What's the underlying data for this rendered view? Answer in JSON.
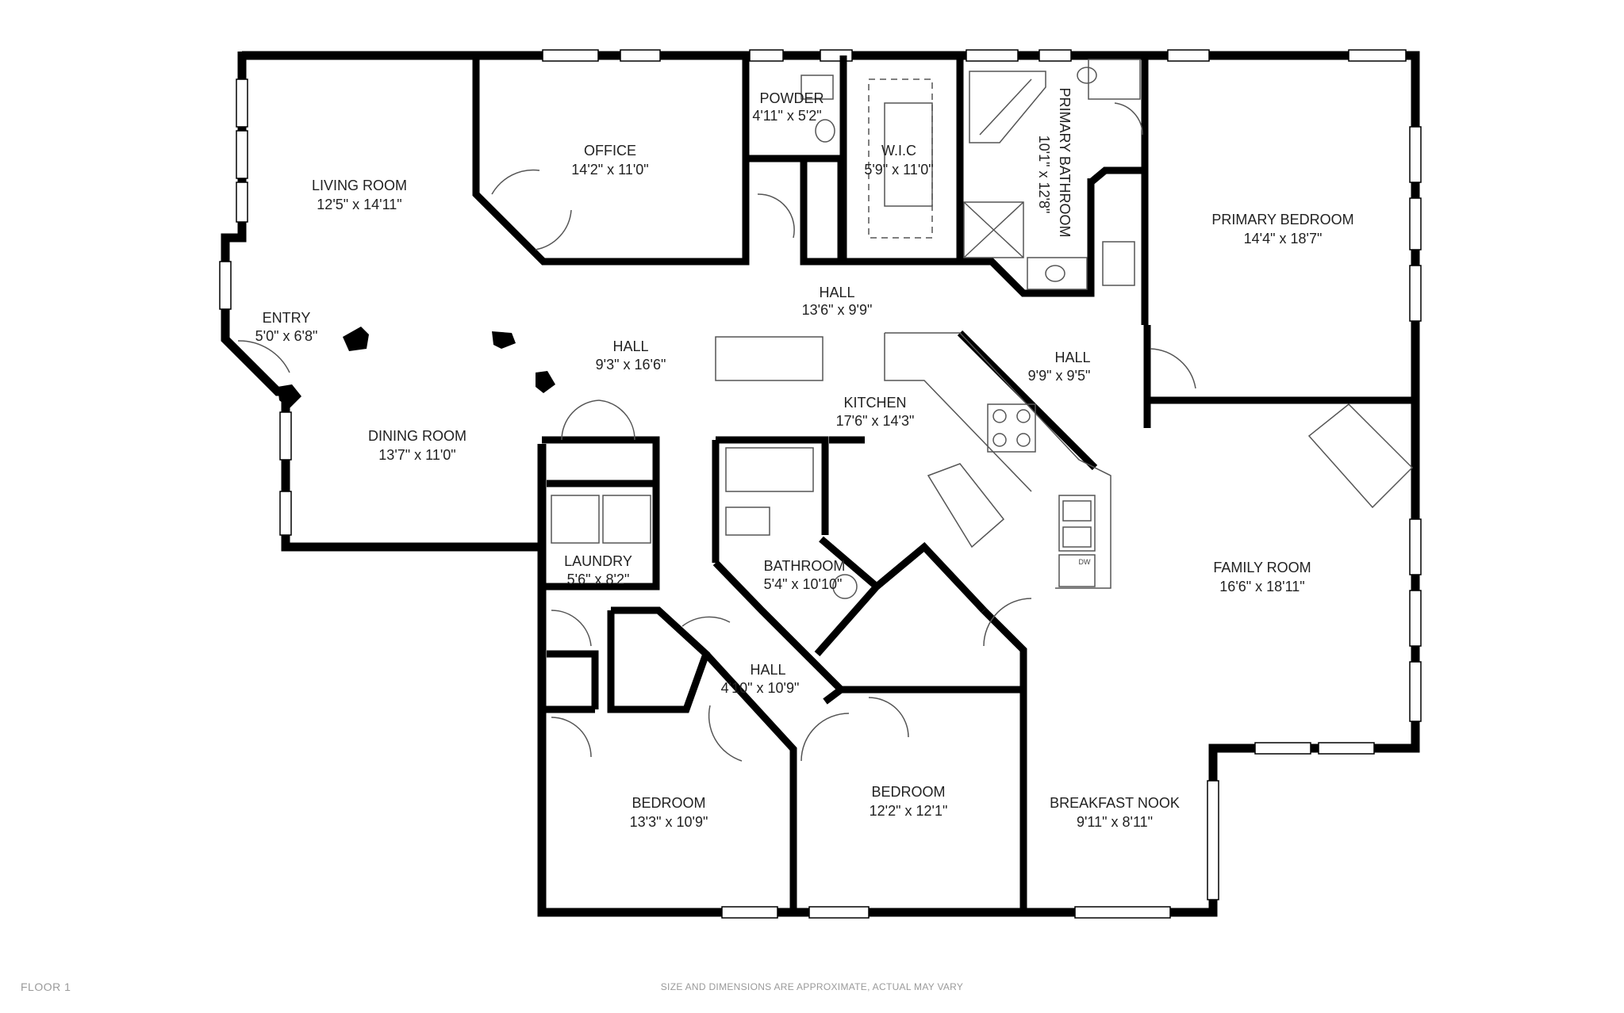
{
  "rooms": {
    "living_room": {
      "name": "LIVING ROOM",
      "dims": "12'5\" x 14'11\""
    },
    "office": {
      "name": "OFFICE",
      "dims": "14'2\" x 11'0\""
    },
    "powder": {
      "name": "POWDER",
      "dims": "4'11\" x 5'2\""
    },
    "wic": {
      "name": "W.I.C",
      "dims": "5'9\" x 11'0\""
    },
    "primary_bathroom": {
      "name": "PRIMARY BATHROOM",
      "dims": "10'1\" x 12'8\""
    },
    "primary_bedroom": {
      "name": "PRIMARY BEDROOM",
      "dims": "14'4\" x 18'7\""
    },
    "entry": {
      "name": "ENTRY",
      "dims": "5'0\" x 6'8\""
    },
    "hall_main": {
      "name": "HALL",
      "dims": "13'6\" x 9'9\""
    },
    "hall_west": {
      "name": "HALL",
      "dims": "9'3\" x 16'6\""
    },
    "hall_east": {
      "name": "HALL",
      "dims": "9'9\" x 9'5\""
    },
    "kitchen": {
      "name": "KITCHEN",
      "dims": "17'6\" x 14'3\""
    },
    "dining_room": {
      "name": "DINING ROOM",
      "dims": "13'7\" x 11'0\""
    },
    "laundry": {
      "name": "LAUNDRY",
      "dims": "5'6\" x 8'2\""
    },
    "bathroom": {
      "name": "BATHROOM",
      "dims": "5'4\" x 10'10\""
    },
    "family_room": {
      "name": "FAMILY ROOM",
      "dims": "16'6\" x 18'11\""
    },
    "hall_south": {
      "name": "HALL",
      "dims": "4'10\" x 10'9\""
    },
    "bedroom_west": {
      "name": "BEDROOM",
      "dims": "13'3\" x 10'9\""
    },
    "bedroom_middle": {
      "name": "BEDROOM",
      "dims": "12'2\" x 12'1\""
    },
    "breakfast_nook": {
      "name": "BREAKFAST NOOK",
      "dims": "9'11\" x 8'11\""
    }
  },
  "fixtures": {
    "dishwasher_label": "DW"
  },
  "footer": {
    "floor": "FLOOR 1",
    "disclaimer": "SIZE AND DIMENSIONS ARE APPROXIMATE, ACTUAL MAY VARY"
  }
}
